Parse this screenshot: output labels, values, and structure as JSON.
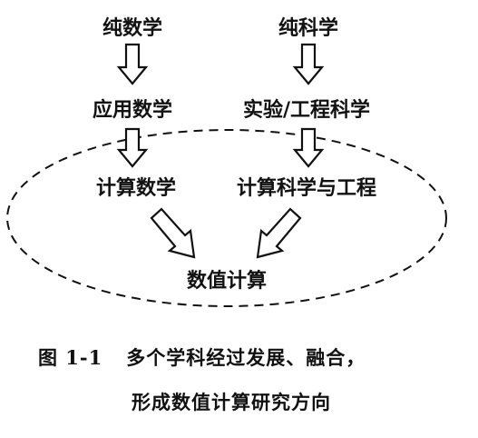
{
  "diagram": {
    "nodes": {
      "pure_math": "纯数学",
      "pure_science": "纯科学",
      "applied_math": "应用数学",
      "experimental_science": "实验/工程科学",
      "computational_math": "计算数学",
      "computational_science": "计算科学与工程",
      "numerical_computing": "数值计算"
    }
  },
  "caption": {
    "figure_number": "图 1-1",
    "line1": "多个学科经过发展、融合，",
    "line2": "形成数值计算研究方向"
  }
}
